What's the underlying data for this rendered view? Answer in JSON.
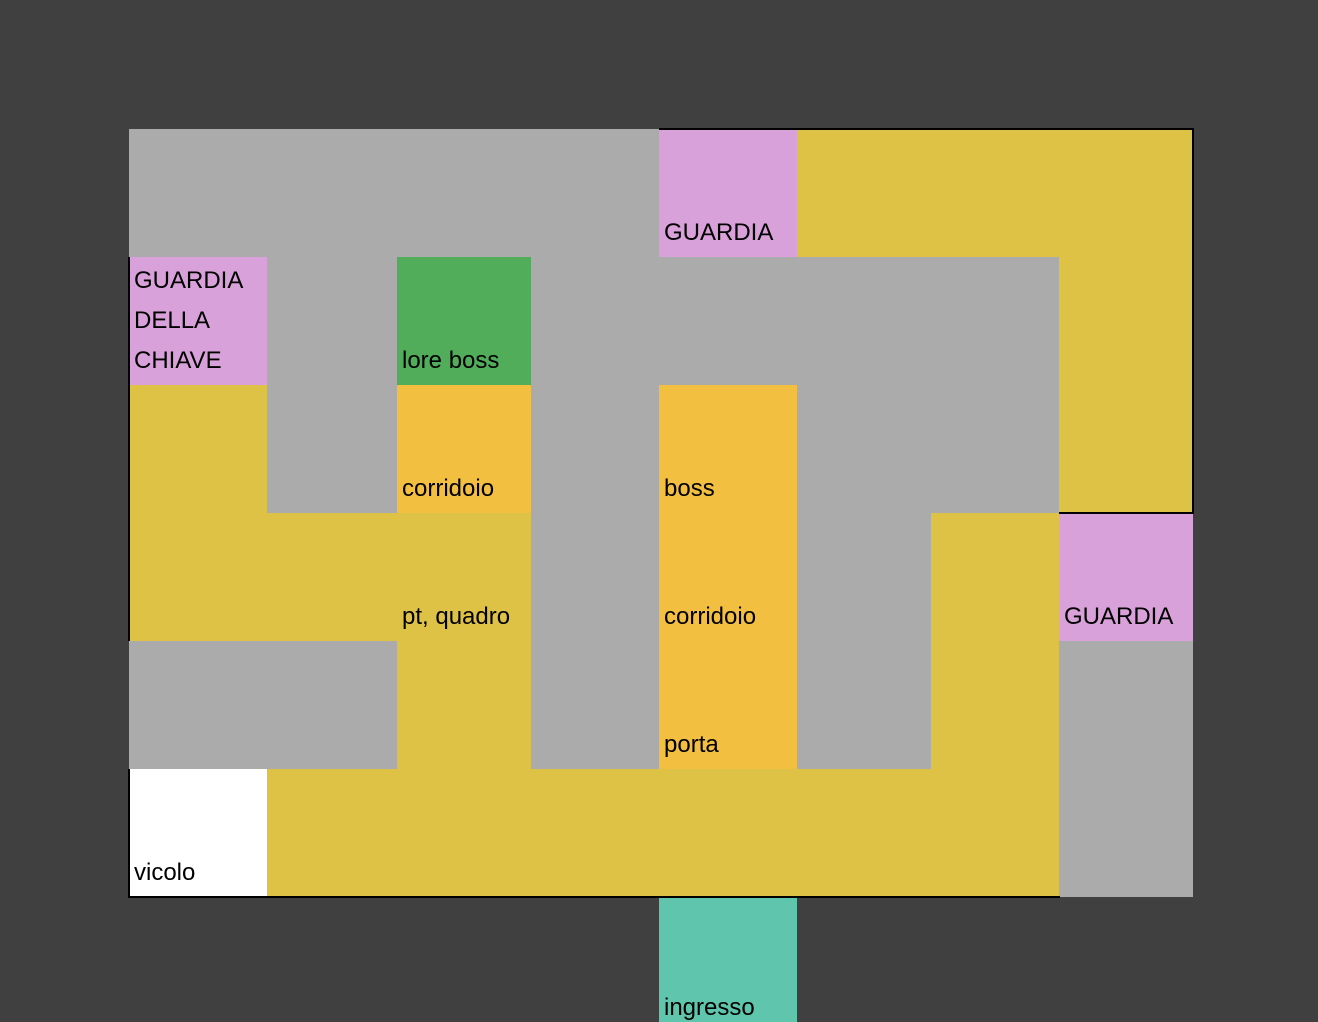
{
  "colors": {
    "background": "#404040",
    "wall": "#ababab",
    "path": "#ddc245",
    "guard": "#d9a1d9",
    "room": "#f3bf40",
    "lore": "#51ad5a",
    "entrance": "#5fc5ac",
    "alley": "#ffffff"
  },
  "tiles": {
    "guardia_top": "GUARDIA",
    "guardia_della_chiave_1": "GUARDIA",
    "guardia_della_chiave_2": "DELLA",
    "guardia_della_chiave_3": "CHIAVE",
    "lore_boss": "lore boss",
    "corridoio_left": "corridoio",
    "boss": "boss",
    "pt_quadro": "pt, quadro",
    "corridoio_center": "corridoio",
    "guardia_right": "GUARDIA",
    "porta": "porta",
    "vicolo": "vicolo",
    "ingresso": "ingresso"
  }
}
